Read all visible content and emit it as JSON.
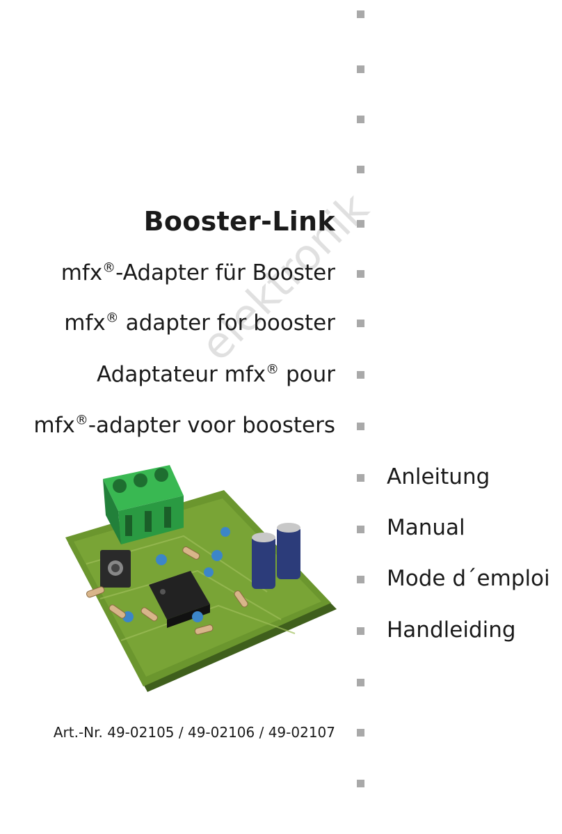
{
  "title": "Booster-Link",
  "subtitles": [
    {
      "pre": "mfx",
      "sup": "®",
      "post": "-Adapter für Booster"
    },
    {
      "pre": "mfx",
      "sup": "®",
      "post": " adapter for booster"
    },
    {
      "pre": "Adaptateur mfx",
      "sup": "®",
      "post": " pour"
    },
    {
      "pre": "mfx",
      "sup": "®",
      "post": "-adapter voor boosters"
    }
  ],
  "manual_labels": [
    "Anleitung",
    "Manual",
    "Mode d´emploi",
    "Handleiding"
  ],
  "article_number": "Art.-Nr. 49-02105 / 49-02106 / 49-02107",
  "watermark": "elektronik",
  "colors": {
    "bullet": "#a9a9a9",
    "pcb": "#5a8a2a",
    "terminal": "#2fa84a"
  }
}
